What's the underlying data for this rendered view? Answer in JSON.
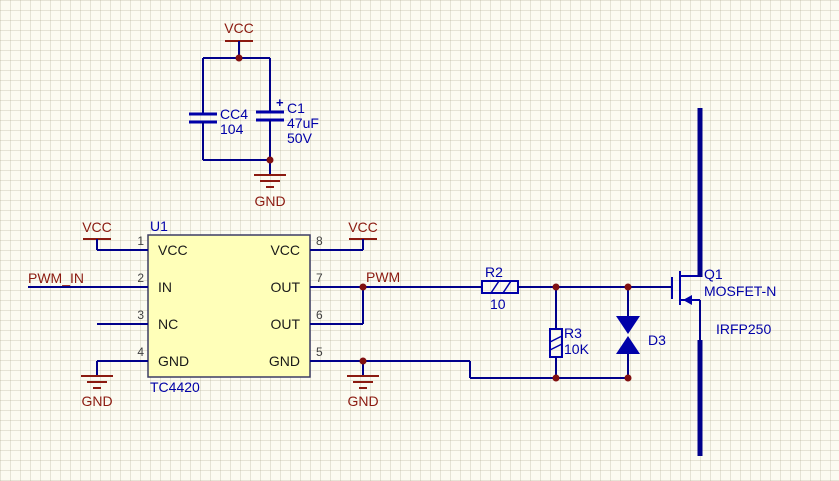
{
  "colors": {
    "background": "#fcfbf1",
    "grid": "#e7e4d5",
    "wire": "#00008B",
    "component": "#0000A8",
    "junction": "#801010",
    "net_label": "#8B1A10",
    "ic_fill": "#FFFFB9",
    "ic_border": "#3C3C64",
    "pin_text": "#1A1A1A"
  },
  "power_ports": {
    "vcc_top": {
      "label": "VCC"
    },
    "vcc_pin1": {
      "label": "VCC"
    },
    "vcc_pin8": {
      "label": "VCC"
    },
    "gnd_caps": {
      "label": "GND"
    },
    "gnd_pin4": {
      "label": "GND"
    },
    "gnd_pin5": {
      "label": "GND"
    }
  },
  "net_labels": {
    "pwm_in": "PWM_IN",
    "pwm": "PWM"
  },
  "components": {
    "c4": {
      "ref": "CC4",
      "value": "104"
    },
    "c1": {
      "ref": "C1",
      "value": "47uF",
      "rating": "50V",
      "polarity": "+"
    },
    "u1": {
      "ref": "U1",
      "part": "TC4420",
      "pins_left": [
        {
          "num": "1",
          "name": "VCC"
        },
        {
          "num": "2",
          "name": "IN"
        },
        {
          "num": "3",
          "name": "NC"
        },
        {
          "num": "4",
          "name": "GND"
        }
      ],
      "pins_right": [
        {
          "num": "8",
          "name": "VCC"
        },
        {
          "num": "7",
          "name": "OUT"
        },
        {
          "num": "6",
          "name": "OUT"
        },
        {
          "num": "5",
          "name": "GND"
        }
      ]
    },
    "r2": {
      "ref": "R2",
      "value": "10"
    },
    "r3": {
      "ref": "R3",
      "value": "10K"
    },
    "d3": {
      "ref": "D3"
    },
    "q1": {
      "ref": "Q1",
      "type": "MOSFET-N",
      "part": "IRFP250"
    }
  }
}
